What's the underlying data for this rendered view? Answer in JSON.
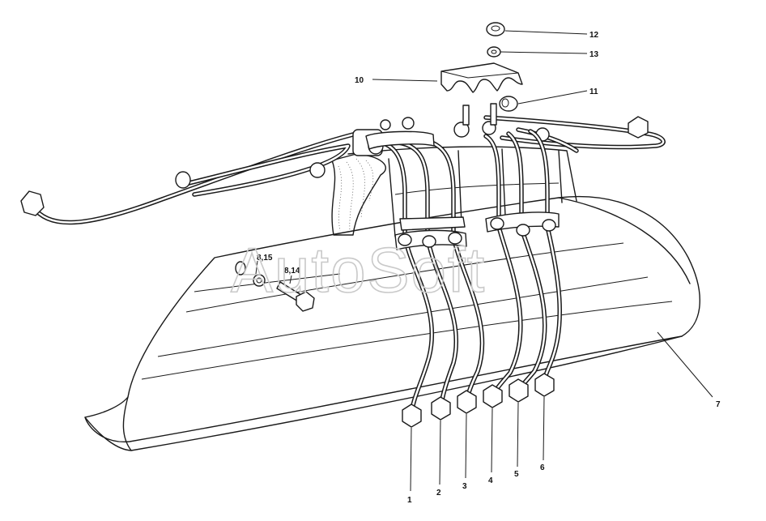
{
  "watermark": "AutoSoft",
  "callouts": [
    {
      "id": "c1",
      "label": "1"
    },
    {
      "id": "c2",
      "label": "2"
    },
    {
      "id": "c3",
      "label": "3"
    },
    {
      "id": "c4",
      "label": "4"
    },
    {
      "id": "c5",
      "label": "5"
    },
    {
      "id": "c6",
      "label": "6"
    },
    {
      "id": "c7",
      "label": "7"
    },
    {
      "id": "c10",
      "label": "10"
    },
    {
      "id": "c11",
      "label": "11"
    },
    {
      "id": "c12",
      "label": "12"
    },
    {
      "id": "c13",
      "label": "13"
    },
    {
      "id": "c814",
      "label": "8,14"
    },
    {
      "id": "c815",
      "label": "8,15"
    }
  ]
}
